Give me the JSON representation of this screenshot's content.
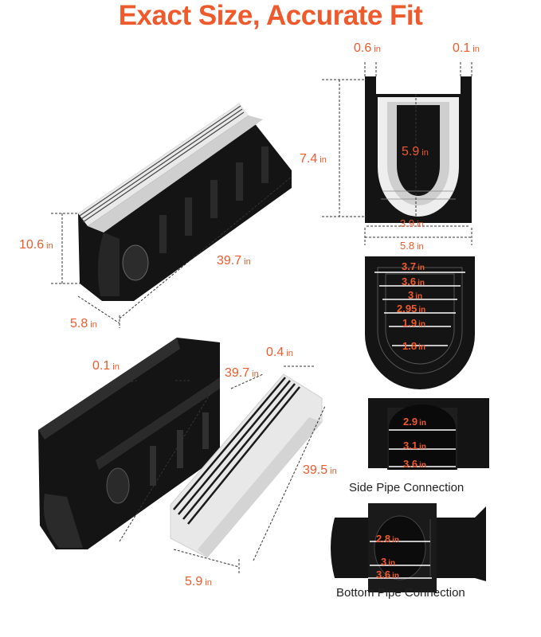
{
  "title": "Exact Size, Accurate Fit",
  "unit": "in",
  "colors": {
    "accent": "#ef5a2c",
    "body": "#141414",
    "grate": "#e9e9e9"
  },
  "dims": {
    "grate_top_left": "0.6",
    "wall_right": "0.1",
    "end_height": "7.4",
    "inner_depth": "5.9",
    "inner_width": "3.9",
    "outer_width": "5.8",
    "assembled_height": "10.6",
    "assembled_length": "39.7",
    "assembled_width": "5.8",
    "channel_wall": "0.1",
    "channel_length": "39.7",
    "grate_top": "0.4",
    "grate_length": "39.5",
    "grate_width": "5.9"
  },
  "end_knockouts": [
    "3.7",
    "3.6",
    "3",
    "2.95",
    "1.9",
    "1.8"
  ],
  "side_pipe": {
    "label": "Side Pipe Connection",
    "sizes": [
      "2.9",
      "3.1",
      "3.6"
    ]
  },
  "bottom_pipe": {
    "label": "Bottom Pipe Connection",
    "sizes": [
      "2.8",
      "3",
      "3.6"
    ]
  }
}
